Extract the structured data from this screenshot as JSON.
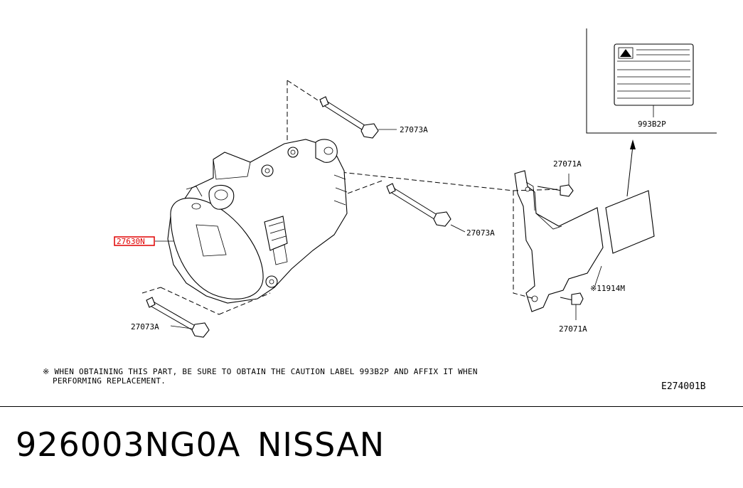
{
  "labels": {
    "bolt_top": "27073A",
    "bolt_mid": "27073A",
    "bolt_bottom": "27073A",
    "screw_top": "27071A",
    "screw_bottom": "27071A",
    "bracket": "※11914M",
    "caution_label": "993B2P",
    "compressor": "27630N"
  },
  "note": {
    "line1": "※ WHEN OBTAINING THIS PART, BE SURE TO OBTAIN THE CAUTION LABEL 993B2P AND AFFIX IT WHEN",
    "line2": "PERFORMING REPLACEMENT."
  },
  "diagram_code": "E274001B",
  "footer": {
    "part_number": "926003NG0A",
    "brand": "NISSAN"
  },
  "colors": {
    "highlight": "#e00000",
    "ink": "#000000"
  }
}
